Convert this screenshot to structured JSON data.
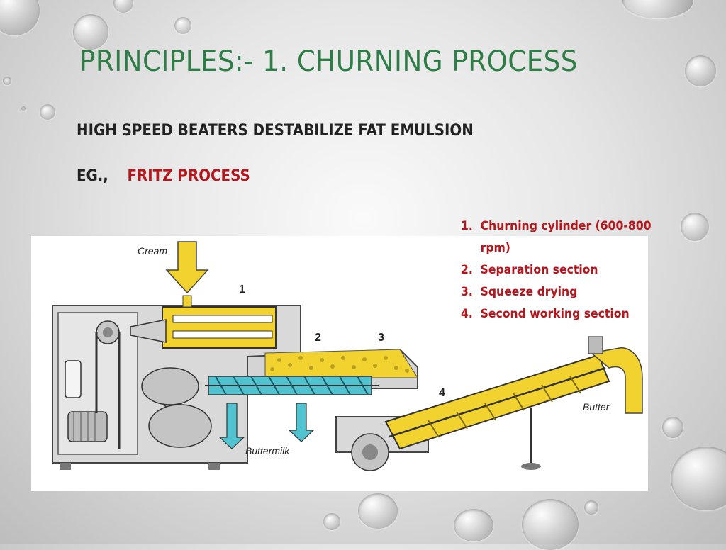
{
  "slide": {
    "title": "PRINCIPLES:- 1. CHURNING PROCESS",
    "subtitle": "HIGH SPEED BEATERS DESTABILIZE FAT EMULSION",
    "example_prefix": "EG.,",
    "example_name": "FRITZ PROCESS"
  },
  "steps": [
    {
      "num": "1.",
      "text": "Churning cylinder (600-800 rpm)"
    },
    {
      "num": "2.",
      "text": "Separation section"
    },
    {
      "num": "3.",
      "text": "Squeeze drying"
    },
    {
      "num": "4.",
      "text": "Second working section"
    }
  ],
  "diagram": {
    "cream_label": "Cream",
    "buttermilk_label": "Buttermilk",
    "butter_label": "Butter",
    "marker_1": "1",
    "marker_2": "2",
    "marker_3": "3",
    "marker_4": "4"
  },
  "colors": {
    "title_green": "#2e7d46",
    "accent_red": "#b5151b",
    "butter_yellow": "#f2d22e",
    "buttermilk_cyan": "#4fc3d0",
    "machine_grey": "#d9d9d9"
  }
}
